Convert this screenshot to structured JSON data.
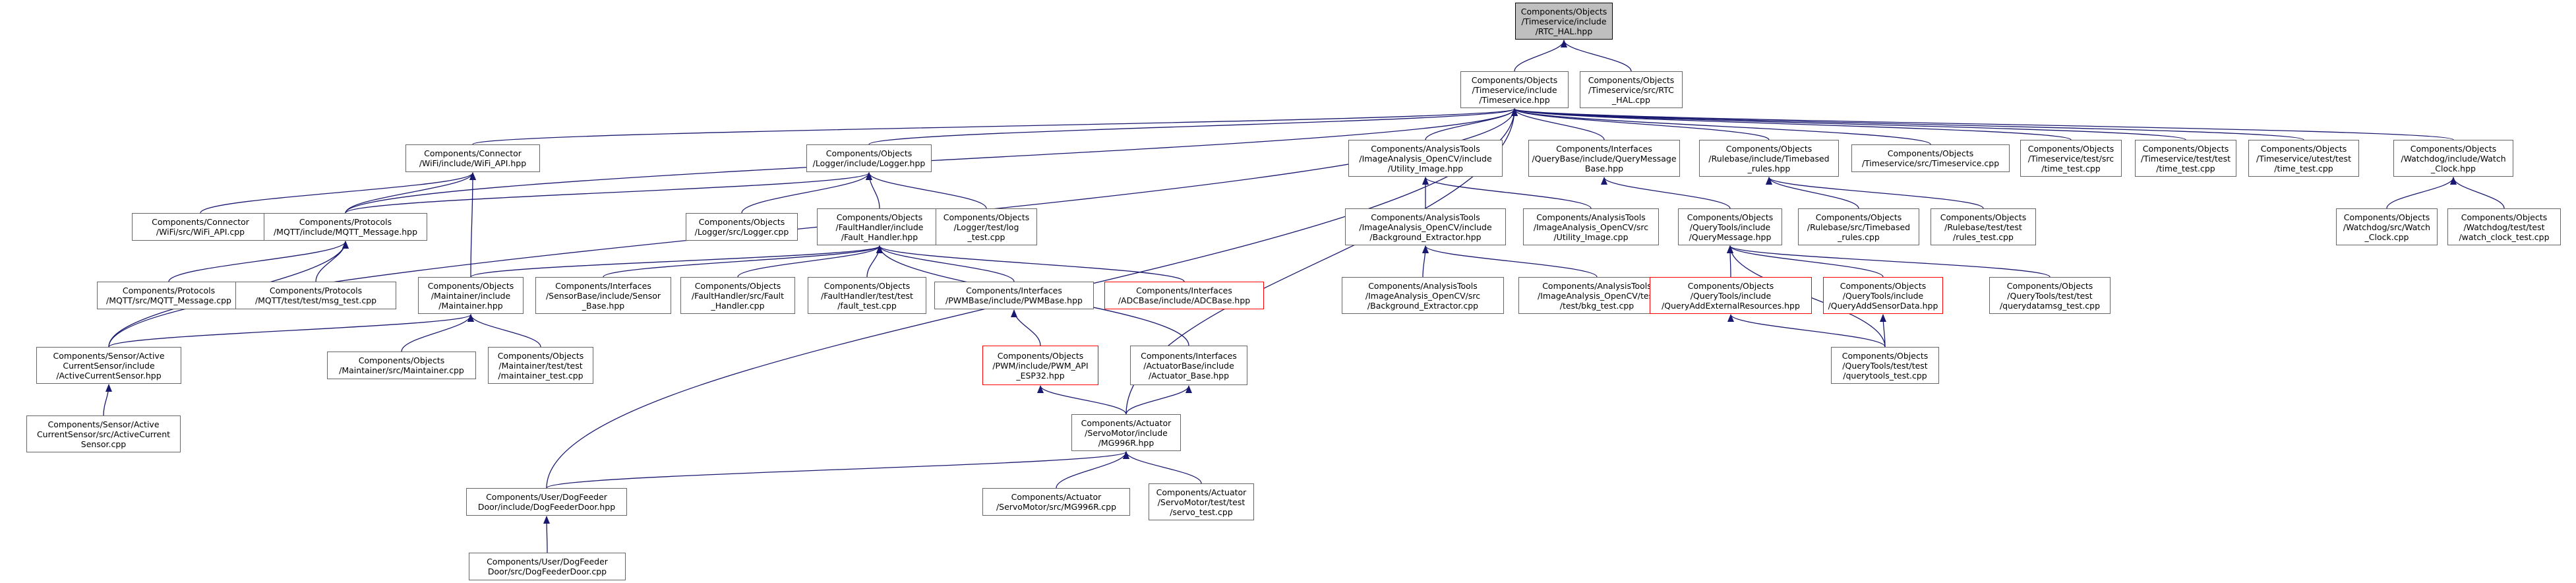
{
  "graph": {
    "nodes": [
      {
        "id": "rtc",
        "root": true,
        "missing": false,
        "lines": [
          "Components/Objects",
          "/Timeservice/include",
          "/RTC_HAL.hpp"
        ]
      },
      {
        "id": "timeservice_hpp",
        "missing": false,
        "lines": [
          "Components/Objects",
          "/Timeservice/include",
          "/Timeservice.hpp"
        ]
      },
      {
        "id": "rtc_hal_cpp",
        "missing": false,
        "lines": [
          "Components/Objects",
          "/Timeservice/src/RTC",
          "_HAL.cpp"
        ]
      },
      {
        "id": "wifi_api_hpp",
        "missing": false,
        "lines": [
          "Components/Connector",
          "/WiFi/include/WiFi_API.hpp"
        ]
      },
      {
        "id": "logger_hpp",
        "missing": false,
        "lines": [
          "Components/Objects",
          "/Logger/include/Logger.hpp"
        ]
      },
      {
        "id": "utility_image_hpp",
        "missing": false,
        "lines": [
          "Components/AnalysisTools",
          "/ImageAnalysis_OpenCV/include",
          "/Utility_Image.hpp"
        ]
      },
      {
        "id": "querymessagebase_hpp",
        "missing": false,
        "lines": [
          "Components/Interfaces",
          "/QueryBase/include/QueryMessage",
          "Base.hpp"
        ]
      },
      {
        "id": "timebased_rules_hpp",
        "missing": false,
        "lines": [
          "Components/Objects",
          "/Rulebase/include/Timebased",
          "_rules.hpp"
        ]
      },
      {
        "id": "timeservice_cpp",
        "missing": false,
        "lines": [
          "Components/Objects",
          "/Timeservice/src/Timeservice.cpp"
        ]
      },
      {
        "id": "time_test_src",
        "missing": false,
        "lines": [
          "Components/Objects",
          "/Timeservice/test/src",
          "/time_test.cpp"
        ]
      },
      {
        "id": "time_test_test",
        "missing": false,
        "lines": [
          "Components/Objects",
          "/Timeservice/test/test",
          "/time_test.cpp"
        ]
      },
      {
        "id": "time_test_utest",
        "missing": false,
        "lines": [
          "Components/Objects",
          "/Timeservice/utest/test",
          "/time_test.cpp"
        ]
      },
      {
        "id": "watch_clock_hpp",
        "missing": false,
        "lines": [
          "Components/Objects",
          "/Watchdog/include/Watch",
          "_Clock.hpp"
        ]
      },
      {
        "id": "wifi_api_cpp",
        "missing": false,
        "lines": [
          "Components/Connector",
          "/WiFi/src/WiFi_API.cpp"
        ]
      },
      {
        "id": "mqtt_message_hpp",
        "missing": false,
        "lines": [
          "Components/Protocols",
          "/MQTT/include/MQTT_Message.hpp"
        ]
      },
      {
        "id": "logger_cpp",
        "missing": false,
        "lines": [
          "Components/Objects",
          "/Logger/src/Logger.cpp"
        ]
      },
      {
        "id": "fault_handler_hpp",
        "missing": false,
        "lines": [
          "Components/Objects",
          "/FaultHandler/include",
          "/Fault_Handler.hpp"
        ]
      },
      {
        "id": "log_test_cpp",
        "missing": false,
        "lines": [
          "Components/Objects",
          "/Logger/test/log",
          "_test.cpp"
        ]
      },
      {
        "id": "background_extractor_hpp",
        "missing": false,
        "lines": [
          "Components/AnalysisTools",
          "/ImageAnalysis_OpenCV/include",
          "/Background_Extractor.hpp"
        ]
      },
      {
        "id": "utility_image_cpp",
        "missing": false,
        "lines": [
          "Components/AnalysisTools",
          "/ImageAnalysis_OpenCV/src",
          "/Utility_Image.cpp"
        ]
      },
      {
        "id": "querymessage_hpp",
        "missing": false,
        "lines": [
          "Components/Objects",
          "/QueryTools/include",
          "/QueryMessage.hpp"
        ]
      },
      {
        "id": "timebased_rules_cpp",
        "missing": false,
        "lines": [
          "Components/Objects",
          "/Rulebase/src/Timebased",
          "_rules.cpp"
        ]
      },
      {
        "id": "rules_test_cpp",
        "missing": false,
        "lines": [
          "Components/Objects",
          "/Rulebase/test/test",
          "/rules_test.cpp"
        ]
      },
      {
        "id": "watch_clock_cpp",
        "missing": false,
        "lines": [
          "Components/Objects",
          "/Watchdog/src/Watch",
          "_Clock.cpp"
        ]
      },
      {
        "id": "watch_clock_test_cpp",
        "missing": false,
        "lines": [
          "Components/Objects",
          "/Watchdog/test/test",
          "/watch_clock_test.cpp"
        ]
      },
      {
        "id": "mqtt_message_cpp",
        "missing": false,
        "lines": [
          "Components/Protocols",
          "/MQTT/src/MQTT_Message.cpp"
        ]
      },
      {
        "id": "msg_test_cpp",
        "missing": false,
        "lines": [
          "Components/Protocols",
          "/MQTT/test/test/msg_test.cpp"
        ]
      },
      {
        "id": "maintainer_hpp",
        "missing": false,
        "lines": [
          "Components/Objects",
          "/Maintainer/include",
          "/Maintainer.hpp"
        ]
      },
      {
        "id": "sensor_base_hpp",
        "missing": false,
        "lines": [
          "Components/Interfaces",
          "/SensorBase/include/Sensor",
          "_Base.hpp"
        ]
      },
      {
        "id": "fault_handler_cpp",
        "missing": false,
        "lines": [
          "Components/Objects",
          "/FaultHandler/src/Fault",
          "_Handler.cpp"
        ]
      },
      {
        "id": "fault_test_cpp",
        "missing": false,
        "lines": [
          "Components/Objects",
          "/FaultHandler/test/test",
          "/fault_test.cpp"
        ]
      },
      {
        "id": "pwmbase_hpp",
        "missing": false,
        "lines": [
          "Components/Interfaces",
          "/PWMBase/include/PWMBase.hpp"
        ]
      },
      {
        "id": "adcbase_hpp",
        "missing": true,
        "lines": [
          "Components/Interfaces",
          "/ADCBase/include/ADCBase.hpp"
        ]
      },
      {
        "id": "background_extractor_cpp",
        "missing": false,
        "lines": [
          "Components/AnalysisTools",
          "/ImageAnalysis_OpenCV/src",
          "/Background_Extractor.cpp"
        ]
      },
      {
        "id": "bkg_test_cpp",
        "missing": false,
        "lines": [
          "Components/AnalysisTools",
          "/ImageAnalysis_OpenCV/test",
          "/test/bkg_test.cpp"
        ]
      },
      {
        "id": "queryaddexternalresources_hpp",
        "missing": true,
        "lines": [
          "Components/Objects",
          "/QueryTools/include",
          "/QueryAddExternalResources.hpp"
        ]
      },
      {
        "id": "queryaddsensordata_hpp",
        "missing": true,
        "lines": [
          "Components/Objects",
          "/QueryTools/include",
          "/QueryAddSensorData.hpp"
        ]
      },
      {
        "id": "querydatamsg_test_cpp",
        "missing": false,
        "lines": [
          "Components/Objects",
          "/QueryTools/test/test",
          "/querydatamsg_test.cpp"
        ]
      },
      {
        "id": "activecurrentsensor_hpp",
        "missing": false,
        "lines": [
          "Components/Sensor/Active",
          "CurrentSensor/include",
          "/ActiveCurrentSensor.hpp"
        ]
      },
      {
        "id": "maintainer_cpp",
        "missing": false,
        "lines": [
          "Components/Objects",
          "/Maintainer/src/Maintainer.cpp"
        ]
      },
      {
        "id": "maintainer_test_cpp",
        "missing": false,
        "lines": [
          "Components/Objects",
          "/Maintainer/test/test",
          "/maintainer_test.cpp"
        ]
      },
      {
        "id": "pwm_api_esp32_hpp",
        "missing": true,
        "lines": [
          "Components/Objects",
          "/PWM/include/PWM_API",
          "_ESP32.hpp"
        ]
      },
      {
        "id": "actuator_base_hpp",
        "missing": false,
        "lines": [
          "Components/Interfaces",
          "/ActuatorBase/include",
          "/Actuator_Base.hpp"
        ]
      },
      {
        "id": "querytools_test_cpp",
        "missing": false,
        "lines": [
          "Components/Objects",
          "/QueryTools/test/test",
          "/querytools_test.cpp"
        ]
      },
      {
        "id": "activecurrentsensor_cpp",
        "missing": false,
        "lines": [
          "Components/Sensor/Active",
          "CurrentSensor/src/ActiveCurrent",
          "Sensor.cpp"
        ]
      },
      {
        "id": "mg996r_hpp",
        "missing": false,
        "lines": [
          "Components/Actuator",
          "/ServoMotor/include",
          "/MG996R.hpp"
        ]
      },
      {
        "id": "dogfeederdoor_hpp",
        "missing": false,
        "lines": [
          "Components/User/DogFeeder",
          "Door/include/DogFeederDoor.hpp"
        ]
      },
      {
        "id": "mg996r_cpp",
        "missing": false,
        "lines": [
          "Components/Actuator",
          "/ServoMotor/src/MG996R.cpp"
        ]
      },
      {
        "id": "servo_test_cpp",
        "missing": false,
        "lines": [
          "Components/Actuator",
          "/ServoMotor/test/test",
          "/servo_test.cpp"
        ]
      },
      {
        "id": "dogfeederdoor_cpp",
        "missing": false,
        "lines": [
          "Components/User/DogFeeder",
          "Door/src/DogFeederDoor.cpp"
        ]
      }
    ],
    "edges": [
      [
        "timeservice_hpp",
        "rtc"
      ],
      [
        "rtc_hal_cpp",
        "rtc"
      ],
      [
        "wifi_api_hpp",
        "timeservice_hpp"
      ],
      [
        "logger_hpp",
        "timeservice_hpp"
      ],
      [
        "utility_image_hpp",
        "timeservice_hpp"
      ],
      [
        "querymessagebase_hpp",
        "timeservice_hpp"
      ],
      [
        "timebased_rules_hpp",
        "timeservice_hpp"
      ],
      [
        "timeservice_cpp",
        "timeservice_hpp"
      ],
      [
        "time_test_src",
        "timeservice_hpp"
      ],
      [
        "time_test_test",
        "timeservice_hpp"
      ],
      [
        "time_test_utest",
        "timeservice_hpp"
      ],
      [
        "watch_clock_hpp",
        "timeservice_hpp"
      ],
      [
        "mqtt_message_hpp",
        "timeservice_hpp"
      ],
      [
        "activecurrentsensor_hpp",
        "timeservice_hpp"
      ],
      [
        "mg996r_hpp",
        "timeservice_hpp"
      ],
      [
        "dogfeederdoor_hpp",
        "timeservice_hpp"
      ],
      [
        "wifi_api_cpp",
        "wifi_api_hpp"
      ],
      [
        "mqtt_message_hpp",
        "wifi_api_hpp"
      ],
      [
        "maintainer_hpp",
        "wifi_api_hpp"
      ],
      [
        "mqtt_message_hpp",
        "logger_hpp"
      ],
      [
        "logger_cpp",
        "logger_hpp"
      ],
      [
        "fault_handler_hpp",
        "logger_hpp"
      ],
      [
        "log_test_cpp",
        "logger_hpp"
      ],
      [
        "background_extractor_hpp",
        "utility_image_hpp"
      ],
      [
        "utility_image_cpp",
        "utility_image_hpp"
      ],
      [
        "querymessage_hpp",
        "querymessagebase_hpp"
      ],
      [
        "timebased_rules_cpp",
        "timebased_rules_hpp"
      ],
      [
        "rules_test_cpp",
        "timebased_rules_hpp"
      ],
      [
        "watch_clock_cpp",
        "watch_clock_hpp"
      ],
      [
        "watch_clock_test_cpp",
        "watch_clock_hpp"
      ],
      [
        "mqtt_message_cpp",
        "mqtt_message_hpp"
      ],
      [
        "msg_test_cpp",
        "mqtt_message_hpp"
      ],
      [
        "activecurrentsensor_hpp",
        "mqtt_message_hpp"
      ],
      [
        "maintainer_hpp",
        "fault_handler_hpp"
      ],
      [
        "sensor_base_hpp",
        "fault_handler_hpp"
      ],
      [
        "fault_handler_cpp",
        "fault_handler_hpp"
      ],
      [
        "fault_test_cpp",
        "fault_handler_hpp"
      ],
      [
        "pwmbase_hpp",
        "fault_handler_hpp"
      ],
      [
        "adcbase_hpp",
        "fault_handler_hpp"
      ],
      [
        "actuator_base_hpp",
        "fault_handler_hpp"
      ],
      [
        "background_extractor_cpp",
        "background_extractor_hpp"
      ],
      [
        "bkg_test_cpp",
        "background_extractor_hpp"
      ],
      [
        "queryaddexternalresources_hpp",
        "querymessage_hpp"
      ],
      [
        "queryaddsensordata_hpp",
        "querymessage_hpp"
      ],
      [
        "querydatamsg_test_cpp",
        "querymessage_hpp"
      ],
      [
        "querytools_test_cpp",
        "querymessage_hpp"
      ],
      [
        "activecurrentsensor_hpp",
        "maintainer_hpp"
      ],
      [
        "maintainer_cpp",
        "maintainer_hpp"
      ],
      [
        "maintainer_test_cpp",
        "maintainer_hpp"
      ],
      [
        "pwm_api_esp32_hpp",
        "pwmbase_hpp"
      ],
      [
        "querytools_test_cpp",
        "queryaddexternalresources_hpp"
      ],
      [
        "querytools_test_cpp",
        "queryaddsensordata_hpp"
      ],
      [
        "activecurrentsensor_cpp",
        "activecurrentsensor_hpp"
      ],
      [
        "mg996r_hpp",
        "pwm_api_esp32_hpp"
      ],
      [
        "mg996r_hpp",
        "actuator_base_hpp"
      ],
      [
        "dogfeederdoor_hpp",
        "mg996r_hpp"
      ],
      [
        "mg996r_cpp",
        "mg996r_hpp"
      ],
      [
        "servo_test_cpp",
        "mg996r_hpp"
      ],
      [
        "dogfeederdoor_cpp",
        "dogfeederdoor_hpp"
      ]
    ]
  },
  "colors": {
    "edge": "#191970",
    "node_border": "#666666",
    "root_fill": "#bfbfbf",
    "missing_border": "#ff0000"
  }
}
